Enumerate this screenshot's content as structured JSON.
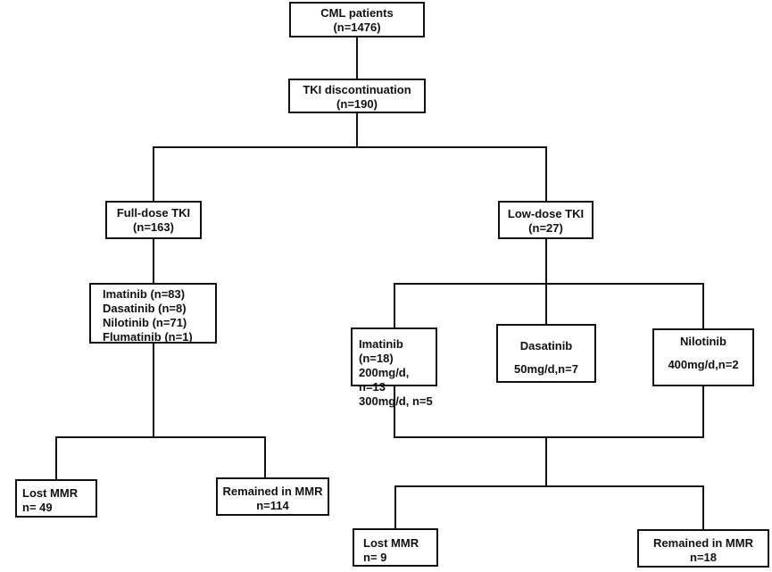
{
  "diagram": {
    "nodes": [
      {
        "id": "cml",
        "lines": [
          "CML patients",
          "(n=1476)"
        ]
      },
      {
        "id": "tki_disc",
        "lines": [
          "TKI discontinuation",
          "(n=190)"
        ]
      },
      {
        "id": "full_dose",
        "lines": [
          "Full-dose TKI",
          "(n=163)"
        ]
      },
      {
        "id": "low_dose",
        "lines": [
          "Low-dose TKI",
          "(n=27)"
        ]
      },
      {
        "id": "full_drugs",
        "lines": [
          "Imatinib (n=83)",
          "Dasatinib (n=8)",
          "Nilotinib (n=71)",
          "Flumatinib (n=1)"
        ]
      },
      {
        "id": "low_imatinib",
        "lines": [
          "Imatinib (n=18)",
          "200mg/d, n=13",
          "300mg/d, n=5"
        ]
      },
      {
        "id": "low_dasatinib",
        "lines": [
          "Dasatinib",
          "50mg/d,n=7"
        ]
      },
      {
        "id": "low_nilotinib",
        "lines": [
          "Nilotinib",
          "400mg/d,n=2"
        ]
      },
      {
        "id": "full_lost",
        "lines": [
          "Lost MMR",
          "n= 49"
        ]
      },
      {
        "id": "full_remained",
        "lines": [
          "Remained in MMR",
          "n=114"
        ]
      },
      {
        "id": "low_lost",
        "lines": [
          "Lost MMR",
          "n= 9"
        ]
      },
      {
        "id": "low_remained",
        "lines": [
          "Remained in MMR",
          "n=18"
        ]
      }
    ]
  }
}
